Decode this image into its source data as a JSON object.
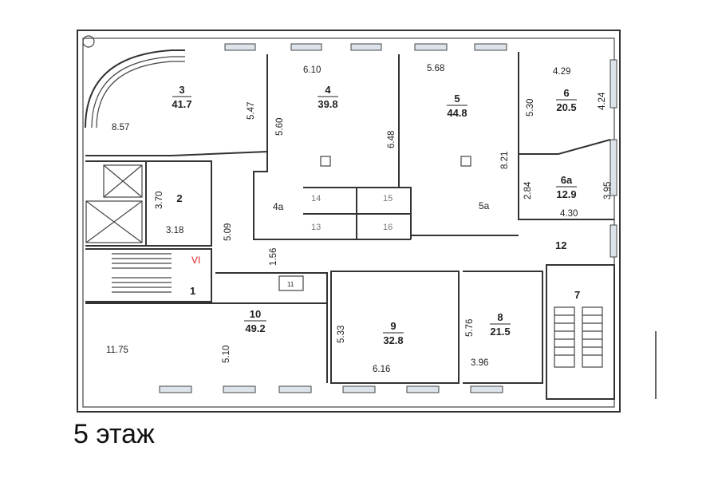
{
  "title": "5 этаж",
  "rooms": {
    "r3": {
      "num": "3",
      "area": "41.7",
      "dims": [
        "8.57",
        "5.47"
      ]
    },
    "r4": {
      "num": "4",
      "area": "39.8",
      "dims": [
        "6.10",
        "5.60",
        "6.48"
      ]
    },
    "r4a": {
      "num": "4a"
    },
    "r5": {
      "num": "5",
      "area": "44.8",
      "dims": [
        "5.68",
        "8.21"
      ]
    },
    "r5a": {
      "num": "5a"
    },
    "r6": {
      "num": "6",
      "area": "20.5",
      "dims": [
        "4.29",
        "5.30",
        "4.24"
      ]
    },
    "r6a": {
      "num": "6a",
      "area": "12.9",
      "dims": [
        "2.84",
        "3.95",
        "4.30"
      ]
    },
    "r2": {
      "num": "2",
      "dims": [
        "3.70",
        "3.18",
        "5.09"
      ]
    },
    "r1": {
      "num": "1",
      "mark": "VI",
      "dims": [
        "1.56"
      ]
    },
    "r11": {
      "num": "11"
    },
    "r12": {
      "num": "12"
    },
    "r7": {
      "num": "7"
    },
    "r10": {
      "num": "10",
      "area": "49.2",
      "dims": [
        "11.75",
        "5.10"
      ]
    },
    "r9": {
      "num": "9",
      "area": "32.8",
      "dims": [
        "5.33",
        "6.16"
      ]
    },
    "r8": {
      "num": "8",
      "area": "21.5",
      "dims": [
        "5.76",
        "3.96"
      ]
    },
    "wc": [
      "13",
      "14",
      "15",
      "16"
    ]
  }
}
